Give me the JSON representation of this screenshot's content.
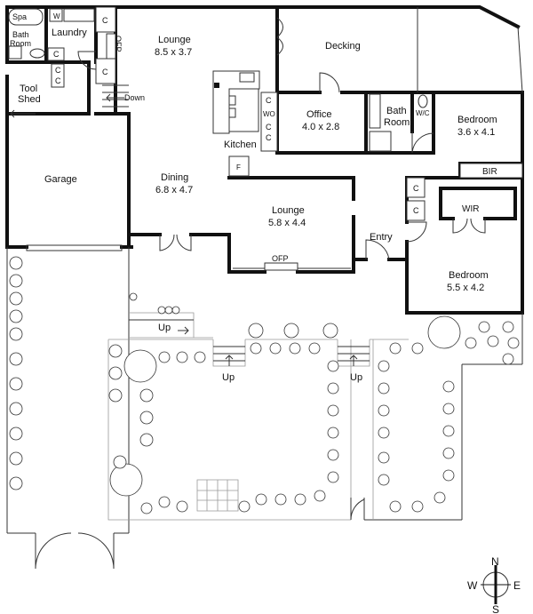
{
  "rooms": {
    "spa": "Spa",
    "w": "W",
    "bath_room_1": [
      "Bath",
      "Room"
    ],
    "laundry": "Laundry",
    "ofp_lounge": "OFP",
    "tool_shed": [
      "Tool",
      "Shed"
    ],
    "down": "Down",
    "lounge_1": {
      "name": "Lounge",
      "size": "8.5 x 3.7"
    },
    "decking": "Decking",
    "wo": "WO",
    "kitchen": "Kitchen",
    "f": "F",
    "office": {
      "name": "Office",
      "size": "4.0 x 2.8"
    },
    "bath_room_2": [
      "Bath",
      "Room"
    ],
    "wc": "W/C",
    "bedroom_1": {
      "name": "Bedroom",
      "size": "3.6 x 4.1"
    },
    "bir": "BIR",
    "wir": "WIR",
    "garage": "Garage",
    "dining": {
      "name": "Dining",
      "size": "6.8 x 4.7"
    },
    "lounge_2": {
      "name": "Lounge",
      "size": "5.8 x 4.4"
    },
    "ofp_lounge2": "OFP",
    "entry": "Entry",
    "bedroom_2": {
      "name": "Bedroom",
      "size": "5.5 x 4.2"
    },
    "cupboard": "C"
  },
  "stairs": {
    "up_label": "Up"
  },
  "compass": {
    "n": "N",
    "s": "S",
    "e": "E",
    "w": "W"
  }
}
